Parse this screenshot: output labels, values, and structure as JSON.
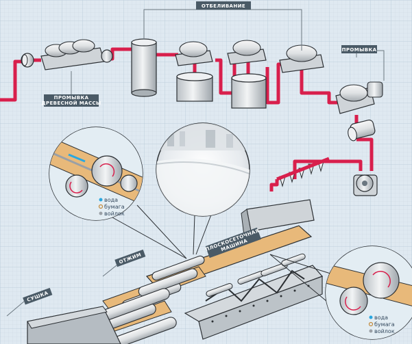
{
  "labels": {
    "bleaching": "ОТБЕЛИВАНИЕ",
    "washing": "ПРОМЫВКА",
    "pulp_wash_line1": "ПРОМЫВКА",
    "pulp_wash_line2": "ДРЕВЕСНОЙ МАССЫ",
    "fourdrinier_line1": "ПЛОСКОСЕТОЧНАЯ",
    "fourdrinier_line2": "МАШИНА",
    "press": "ОТЖИМ",
    "drying": "СУШКА"
  },
  "legend": {
    "water": "вода",
    "paper": "бумага",
    "felt": "войлок"
  },
  "colors": {
    "pipe": "#d81f4c",
    "water": "#2aa7e0",
    "paper": "#e8b97a",
    "felt": "#9aa0a6",
    "machine": "#dfe3e6",
    "machine_stroke": "#2b2f33"
  }
}
